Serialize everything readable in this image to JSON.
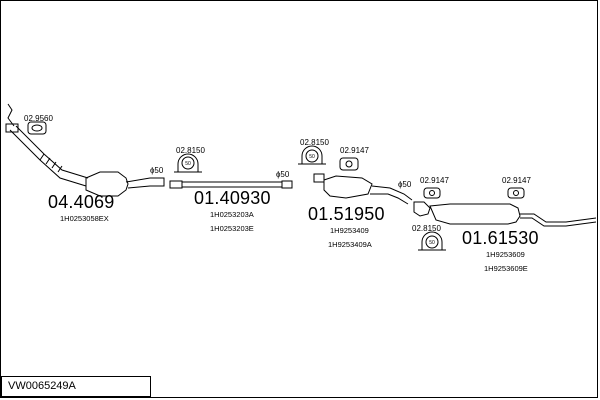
{
  "reference": "VW0065249A",
  "parts": [
    {
      "number": "04.4069",
      "codes": [
        "1H0253058EX"
      ]
    },
    {
      "number": "01.40930",
      "codes": [
        "1H0253203A",
        "1H0253203E"
      ]
    },
    {
      "number": "01.51950",
      "codes": [
        "1H9253409",
        "1H9253409A"
      ]
    },
    {
      "number": "01.61530",
      "codes": [
        "1H9253609",
        "1H9253609E"
      ]
    }
  ],
  "fittings": {
    "gasket_top": "02.9560",
    "clamp_a": "02.8150",
    "clamp_b": "02.8150",
    "hanger_a": "02.9147",
    "hanger_b": "02.9147",
    "hanger_c": "02.9147",
    "clamp_c": "02.8150"
  },
  "diameters": [
    "ɸ50",
    "ɸ50",
    "ɸ50"
  ],
  "clamp_badge": "50",
  "colors": {
    "line": "#000000",
    "background": "#ffffff"
  }
}
